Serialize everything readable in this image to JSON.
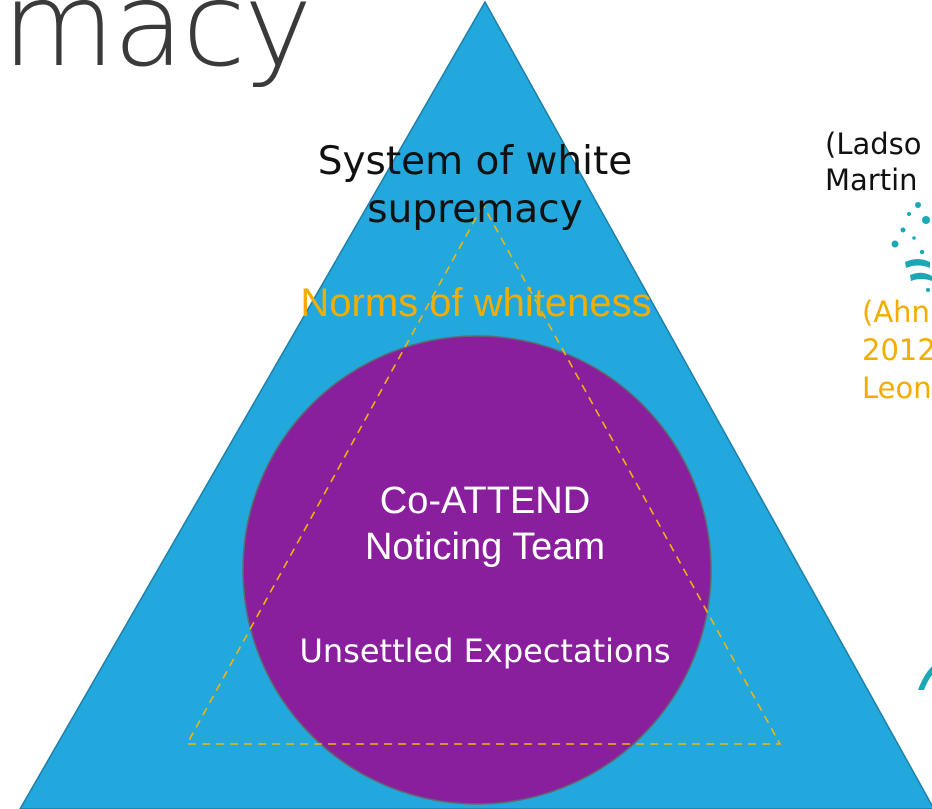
{
  "title_fragment": "macy",
  "pyramid": {
    "apex_label_lines": [
      "System of white",
      "supremacy"
    ],
    "middle_label": "Norms of whiteness",
    "center_label_lines": [
      "Co-ATTEND",
      "Noticing Team"
    ],
    "bottom_label": "Unsettled Expectations"
  },
  "citations": {
    "black_lines": [
      "(Ladso",
      "Martin"
    ],
    "orange_lines": [
      "(Ahn",
      "2012",
      "Leon"
    ]
  },
  "colors": {
    "triangle": "#22a8dc",
    "circle": "#8a1f9e",
    "norms_text": "#f2ad00",
    "dashed_triangle": "#f2b705",
    "splash": "#1aa9b4"
  }
}
